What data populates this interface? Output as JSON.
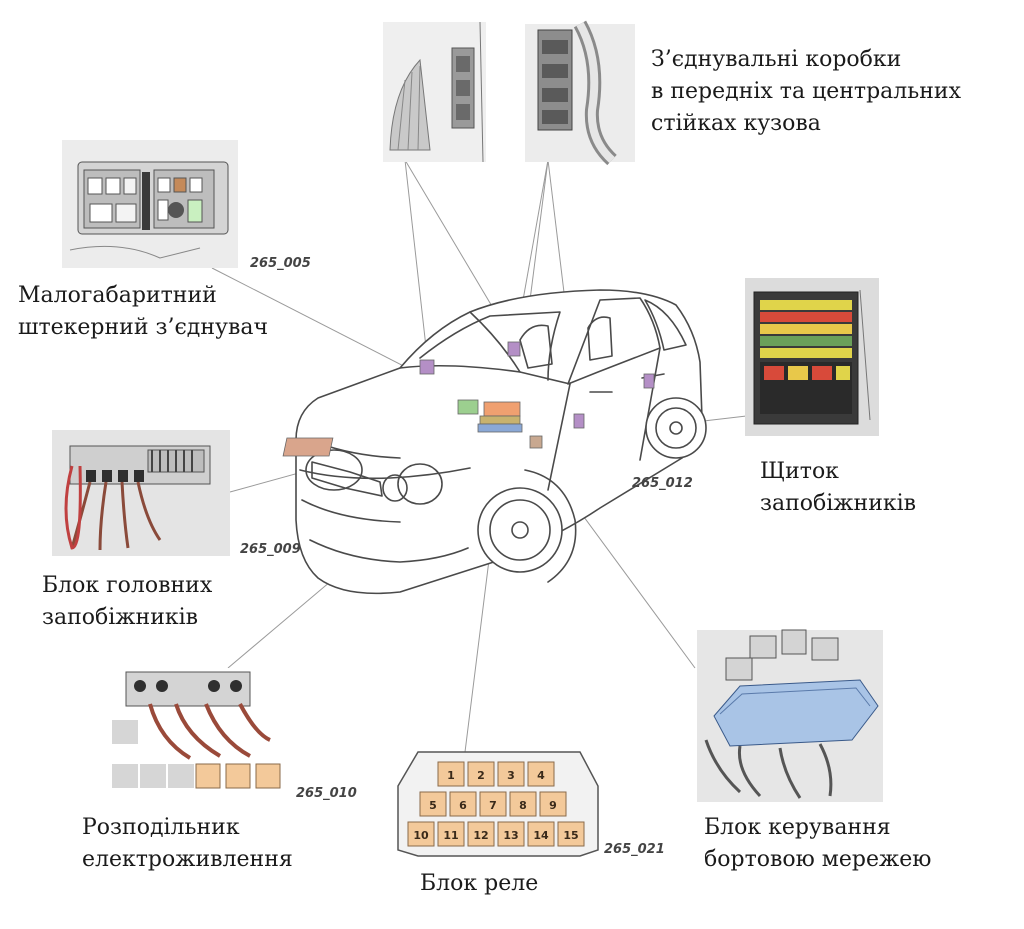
{
  "components": {
    "junction_boxes": {
      "lines": [
        "З’єднувальні коробки",
        "в передніх та центральних",
        "стійках кузова"
      ]
    },
    "small_connector": {
      "lines": [
        "Малогабаритний",
        "штекерний з’єднувач"
      ],
      "code": "265_005"
    },
    "fuse_panel": {
      "lines": [
        "Щиток",
        "запобіжників"
      ],
      "code": "265_012"
    },
    "main_fuse_block": {
      "lines": [
        "Блок головних",
        "запобіжників"
      ],
      "code": "265_009"
    },
    "power_distributor": {
      "lines": [
        "Розподільник",
        "електроживлення"
      ],
      "code": "265_010"
    },
    "relay_block": {
      "lines": [
        "Блок реле"
      ],
      "code": "265_021",
      "relays": [
        "1",
        "2",
        "3",
        "4",
        "5",
        "6",
        "7",
        "8",
        "9",
        "10",
        "11",
        "12",
        "13",
        "14",
        "15"
      ]
    },
    "onboard_network_control": {
      "lines": [
        "Блок керування",
        "бортовою мережею"
      ]
    }
  },
  "marker_colors": {
    "junction": "#b48fc6",
    "green_block": "#9ccf8f",
    "fuse_stack": "#f0a070",
    "fuse_stack_blue": "#8aa8d6",
    "relay_pad": "#d9a58c",
    "control_unit": "#c8a890",
    "relay_tile": "#f3c99a"
  }
}
